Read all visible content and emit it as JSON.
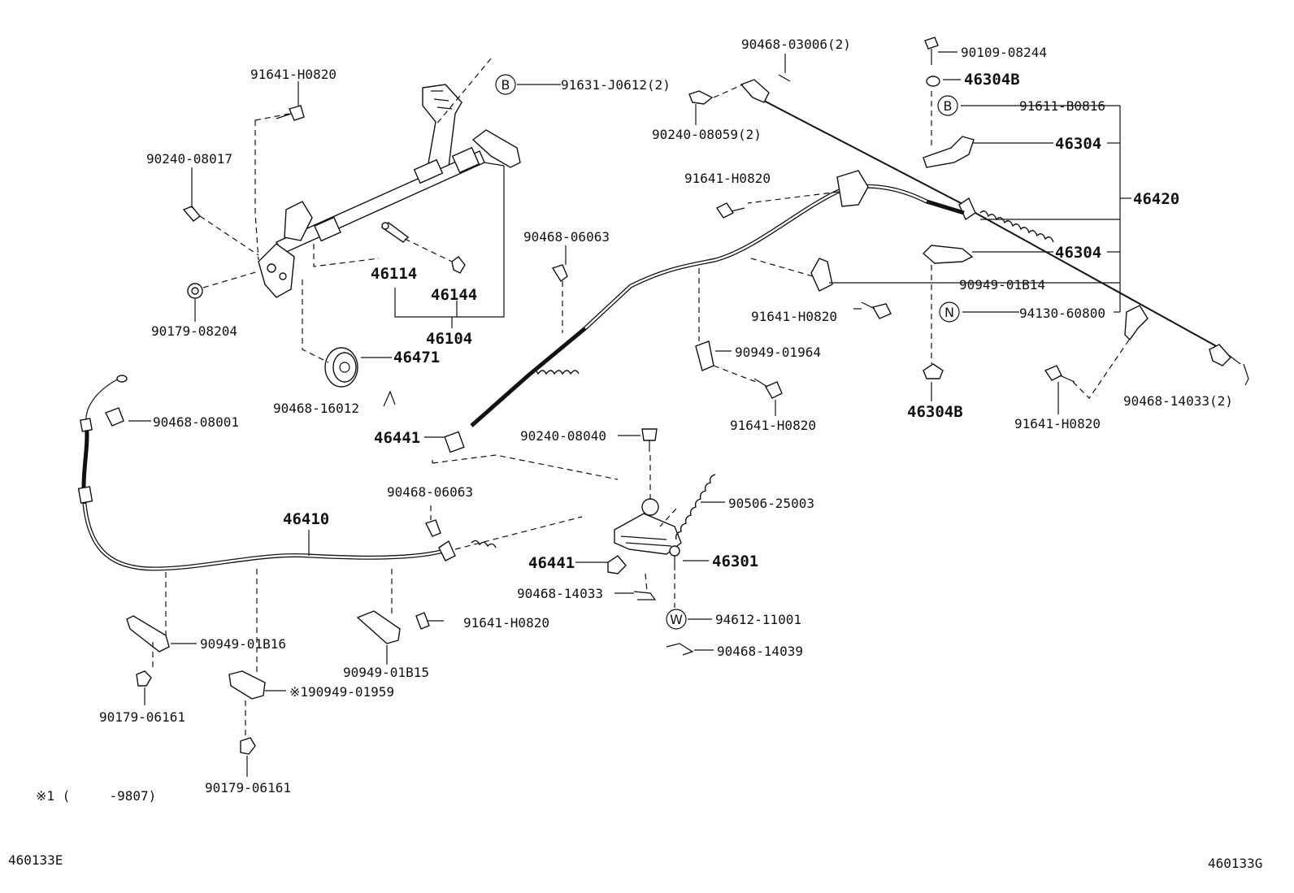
{
  "diagram": {
    "figure_id_left": "460133E",
    "figure_id_right": "460133G",
    "footnote": "※1 (     -9807)",
    "labels": {
      "p91641_h0820_a": "91641-H0820",
      "p91631_j0612": "91631-J0612(2)",
      "p90240_08017": "90240-08017",
      "p46114": "46114",
      "p46144": "46144",
      "p46104": "46104",
      "p90179_08204": "90179-08204",
      "p46471": "46471",
      "p90468_16012": "90468-16012",
      "p90468_06063_a": "90468-06063",
      "p90468_03006": "90468-03006(2)",
      "p90240_08059": "90240-08059(2)",
      "p90109_08244": "90109-08244",
      "p46304b_top": "46304B",
      "p91611_b0816": "91611-B0816",
      "p46304_a": "46304",
      "p46420": "46420",
      "p91641_h0820_b": "91641-H0820",
      "p46304_b": "46304",
      "p90949_01b14": "90949-01B14",
      "p91641_h0820_c": "91641-H0820",
      "p94130_60800": "94130-60800",
      "p90949_01964": "90949-01964",
      "p46304b_bottom": "46304B",
      "p91641_h0820_d": "91641-H0820",
      "p91641_h0820_e": "91641-H0820",
      "p90468_14033_a": "90468-14033(2)",
      "p90468_08001": "90468-08001",
      "p46441_a": "46441",
      "p90240_08040": "90240-08040",
      "p90468_06063_b": "90468-06063",
      "p90506_25003": "90506-25003",
      "p46410": "46410",
      "p46441_b": "46441",
      "p46301": "46301",
      "p90468_14033_b": "90468-14033",
      "p94612_11001": "94612-11001",
      "p91641_h0820_f": "91641-H0820",
      "p90468_14039": "90468-14039",
      "p90949_01b16": "90949-01B16",
      "p90949_01b15": "90949-01B15",
      "p90949_01959": "※190949-01959",
      "p90179_06161_a": "90179-06161",
      "p90179_06161_b": "90179-06161"
    },
    "markers": {
      "b1": "B",
      "b2": "B",
      "n": "N",
      "w": "W"
    }
  }
}
